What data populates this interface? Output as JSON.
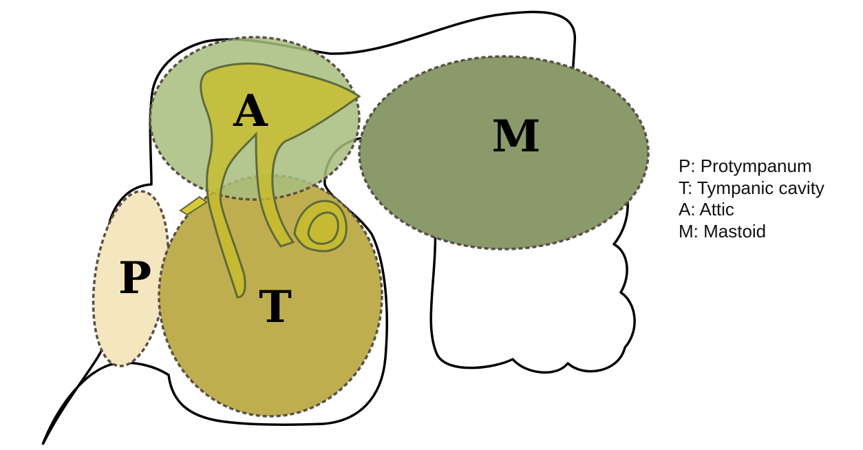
{
  "colors": {
    "outline": "#000000",
    "region_border": "#5a4f47",
    "protympanum_fill": "#f4e6bf",
    "tympanic_fill": "#bfae4f",
    "attic_fill": "#a8bd7c",
    "mastoid_fill": "#8a9a6a",
    "ossicle_fill": "#cfc12e"
  },
  "regions": {
    "protympanum": {
      "letter": "P"
    },
    "tympanic": {
      "letter": "T"
    },
    "attic": {
      "letter": "A"
    },
    "mastoid": {
      "letter": "M"
    }
  },
  "legend": {
    "items": [
      "P: Protympanum",
      "T: Tympanic cavity",
      "A: Attic",
      "M: Mastoid"
    ]
  }
}
